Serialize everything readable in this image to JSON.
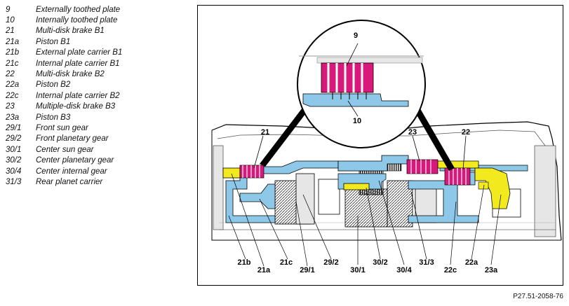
{
  "legend": [
    {
      "num": "9",
      "desc": "Externally toothed plate"
    },
    {
      "num": "10",
      "desc": "Internally toothed plate"
    },
    {
      "num": "21",
      "desc": "Multi-disk brake B1"
    },
    {
      "num": "21a",
      "desc": "Piston B1"
    },
    {
      "num": "21b",
      "desc": "External plate carrier B1"
    },
    {
      "num": "21c",
      "desc": "Internal plate carrier B1"
    },
    {
      "num": "22",
      "desc": "Multi-disk brake B2"
    },
    {
      "num": "22a",
      "desc": "Piston B2"
    },
    {
      "num": "22c",
      "desc": "Internal plate carrier B2"
    },
    {
      "num": "23",
      "desc": "Multiple-disk brake B3"
    },
    {
      "num": "23a",
      "desc": "Piston B3"
    },
    {
      "num": "29/1",
      "desc": "Front sun gear"
    },
    {
      "num": "29/2",
      "desc": "Front planetary gear"
    },
    {
      "num": "30/1",
      "desc": "Center sun gear"
    },
    {
      "num": "30/2",
      "desc": "Center planetary gear"
    },
    {
      "num": "30/4",
      "desc": "Center internal gear"
    },
    {
      "num": "31/3",
      "desc": "Rear planet carrier"
    }
  ],
  "diagram": {
    "detail_labels": {
      "top": "9",
      "bottom": "10"
    },
    "top_labels": {
      "b1": "21",
      "b3": "23",
      "b2": "22"
    },
    "bottom_labels": [
      "21b",
      "21a",
      "21c",
      "29/1",
      "29/2",
      "30/1",
      "30/2",
      "30/4",
      "31/3",
      "22c",
      "22a",
      "23a"
    ]
  },
  "figure_ref": "P27.51-2058-76",
  "colors": {
    "blue": "#8ec8e8",
    "magenta": "#d8187a",
    "yellow": "#f2ea1e",
    "gray": "#e6e6e6"
  }
}
